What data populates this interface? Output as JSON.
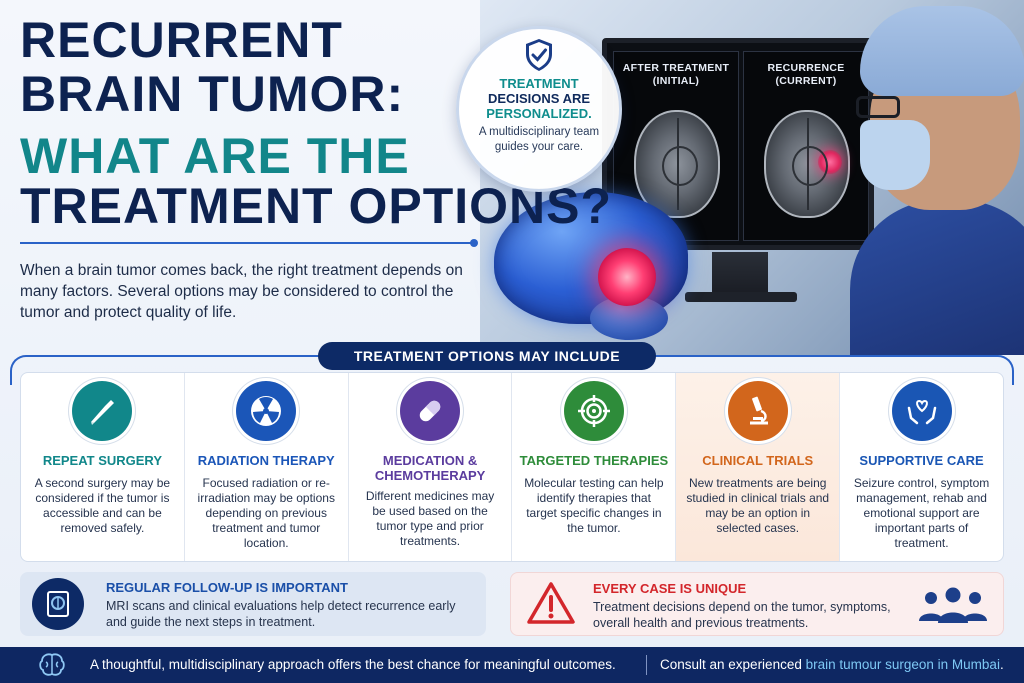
{
  "title": {
    "line1": "RECURRENT",
    "line2": "BRAIN TUMOR:",
    "line3": "WHAT ARE THE",
    "line4": "TREATMENT OPTIONS?"
  },
  "intro": "When a brain tumor comes back, the right treatment depends on many factors. Several options may be considered to control the tumor and protect quality of life.",
  "callout": {
    "title_line1": "TREATMENT",
    "title_line2": "DECISIONS ARE",
    "title_line3": "PERSONALIZED.",
    "text": "A multidisciplinary team guides your care."
  },
  "monitor": {
    "left_label": "AFTER TREATMENT\n(INITIAL)",
    "right_label": "RECURRENCE\n(CURRENT)"
  },
  "options_banner": "TREATMENT OPTIONS MAY INCLUDE",
  "options": [
    {
      "title": "REPEAT SURGERY",
      "title2": "",
      "text": "A second surgery may be considered if the tumor is accessible and can be removed safely.",
      "icon": "scalpel-icon",
      "color": "#11878a"
    },
    {
      "title": "RADIATION THERAPY",
      "title2": "",
      "text": "Focused radiation or re-irradiation may be options depending on previous treatment and tumor location.",
      "icon": "radiation-icon",
      "color": "#1b56b8"
    },
    {
      "title": "MEDICATION &",
      "title2": "CHEMOTHERAPY",
      "text": "Different medicines may be used based on the tumor type and prior treatments.",
      "icon": "pill-icon",
      "color": "#5b3c9e"
    },
    {
      "title": "TARGETED THERAPIES",
      "title2": "",
      "text": "Molecular testing can help identify therapies that target specific changes in the tumor.",
      "icon": "target-icon",
      "color": "#2e8c3a"
    },
    {
      "title": "CLINICAL TRIALS",
      "title2": "",
      "text": "New treatments are being studied in clinical trials and may be an option in selected cases.",
      "icon": "microscope-icon",
      "color": "#d2661c"
    },
    {
      "title": "SUPPORTIVE CARE",
      "title2": "",
      "text": "Seizure control, symptom management, rehab and emotional support are important parts of treatment.",
      "icon": "heart-hands-icon",
      "color": "#1a56b4"
    }
  ],
  "followup": {
    "title": "REGULAR FOLLOW-UP IS IMPORTANT",
    "text": "MRI scans and clinical evaluations help detect recurrence early and guide the next steps in treatment."
  },
  "unique": {
    "title": "EVERY CASE IS UNIQUE",
    "text": "Treatment decisions depend on the tumor, symptoms, overall health and previous treatments."
  },
  "footer": {
    "message": "A thoughtful, multidisciplinary approach offers the best chance for meaningful outcomes.",
    "cta_prefix": "Consult an experienced ",
    "cta_link": "brain tumour surgeon in Mumbai",
    "cta_suffix": "."
  },
  "colors": {
    "navy": "#0d2250",
    "teal": "#12868a",
    "accent_blue": "#2a62c7",
    "warning_red": "#d3262b"
  }
}
